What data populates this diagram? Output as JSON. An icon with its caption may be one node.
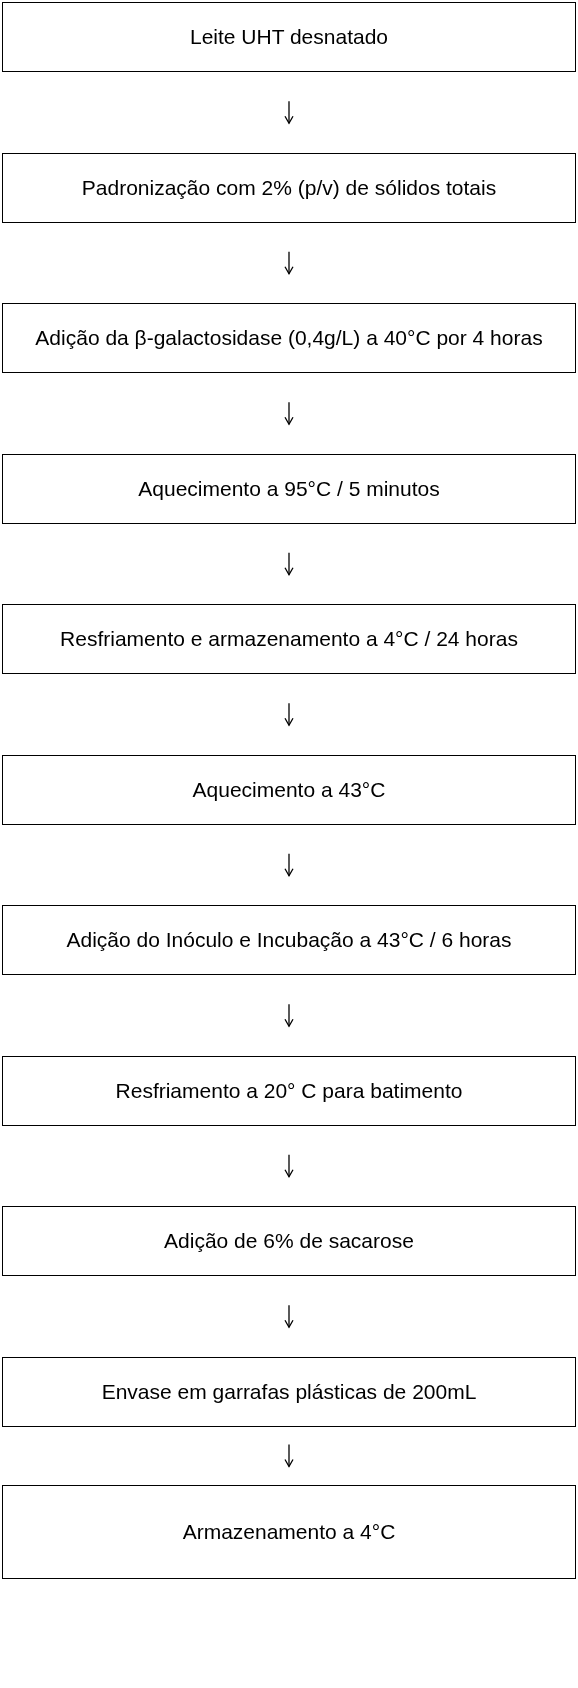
{
  "diagram": {
    "nodes": [
      {
        "text": [
          "Leite UHT desnatado"
        ]
      },
      {
        "text": [
          "Padronização com 2% (p/v) de sólidos totais"
        ]
      },
      {
        "text": [
          "Adição da β-galactosidase (0,4g/L) a 40°C por 4 horas"
        ]
      },
      {
        "text": [
          "Aquecimento a 95°C / 5 minutos"
        ]
      },
      {
        "text": [
          "Resfriamento e armazenamento a 4°C / 24 horas"
        ]
      },
      {
        "text": [
          "Aquecimento a 43°C"
        ]
      },
      {
        "text": [
          "Adição do Inóculo e Incubação a 43°C / 6 horas"
        ]
      },
      {
        "text": [
          "Resfriamento a 20° C para batimento"
        ]
      },
      {
        "text": [
          "Adição de 6% de sacarose"
        ]
      },
      {
        "text": [
          "Envase em garrafas plásticas de 200mL"
        ]
      },
      {
        "text": [
          "Armazenamento a 4°C"
        ]
      }
    ],
    "edges": [
      {
        "from": 0,
        "to": 1,
        "arrow": "to"
      },
      {
        "from": 1,
        "to": 2,
        "arrow": "to"
      },
      {
        "from": 2,
        "to": 3,
        "arrow": "to"
      },
      {
        "from": 3,
        "to": 4,
        "arrow": "to"
      },
      {
        "from": 4,
        "to": 5,
        "arrow": "to"
      },
      {
        "from": 5,
        "to": 6,
        "arrow": "to"
      },
      {
        "from": 6,
        "to": 7,
        "arrow": "to"
      },
      {
        "from": 7,
        "to": 8,
        "arrow": "to"
      },
      {
        "from": 8,
        "to": 9,
        "arrow": "to"
      },
      {
        "from": 9,
        "to": 10,
        "arrow": "to"
      }
    ]
  }
}
